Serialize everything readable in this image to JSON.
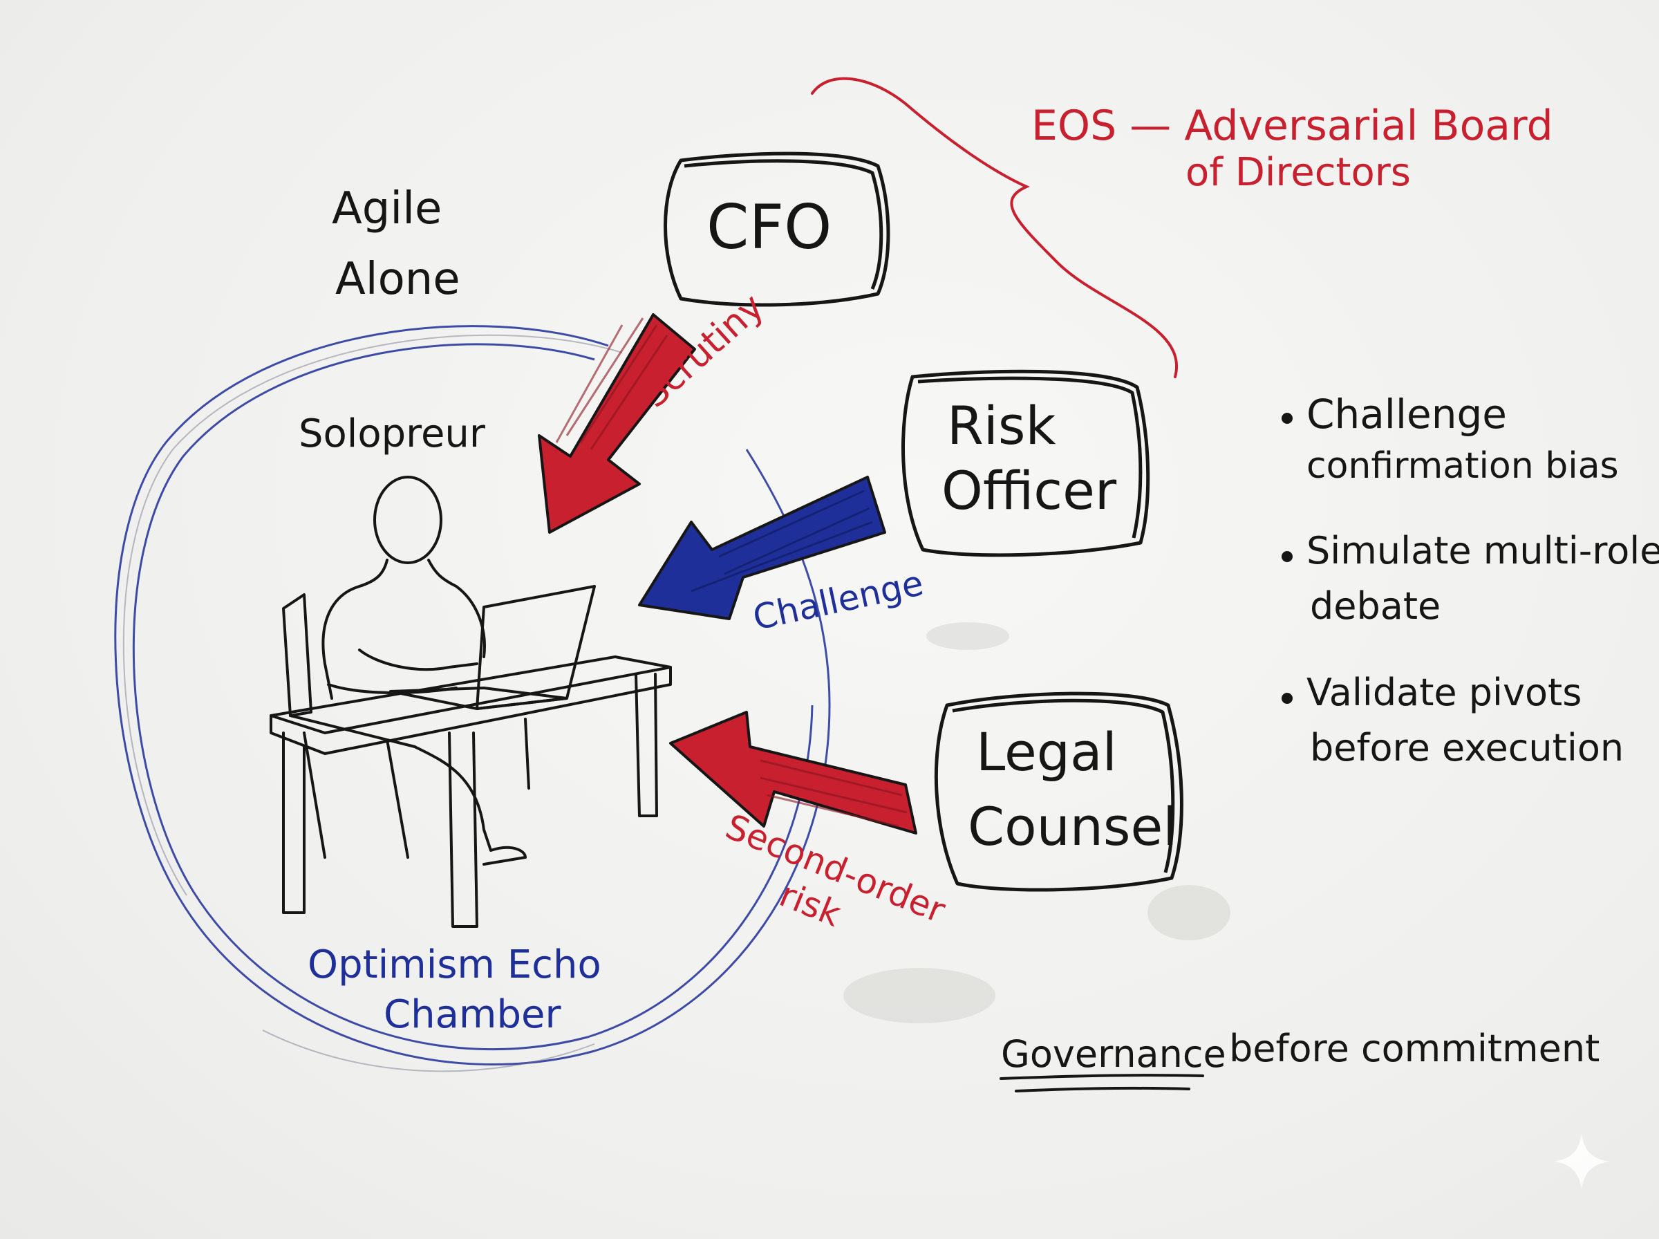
{
  "header": {
    "eos_title_line1": "EOS — Adversarial Board",
    "eos_title_line2": "of Directors"
  },
  "left": {
    "agile_line1": "Agile",
    "agile_line2": "Alone",
    "person_label": "Solopreur",
    "chamber_line1": "Optimism Echo",
    "chamber_line2": "Chamber"
  },
  "board": {
    "cfo": "CFO",
    "risk_line1": "Risk",
    "risk_line2": "Officer",
    "legal_line1": "Legal",
    "legal_line2": "Counsel"
  },
  "arrows": {
    "scrutiny": "Scrutiny",
    "challenge": "Challenge",
    "second_order_line1": "Second-order",
    "second_order_line2": "risk"
  },
  "bullets": [
    {
      "line1": "Challenge",
      "line2": "confirmation bias"
    },
    {
      "line1": "Simulate multi-role",
      "line2": "debate"
    },
    {
      "line1": "Validate pivots",
      "line2": "before execution"
    }
  ],
  "footer": {
    "governance": "Governance",
    "rest": "before commitment"
  },
  "colors": {
    "ink": "#161616",
    "red": "#c8202f",
    "blue": "#1e2f9a"
  }
}
